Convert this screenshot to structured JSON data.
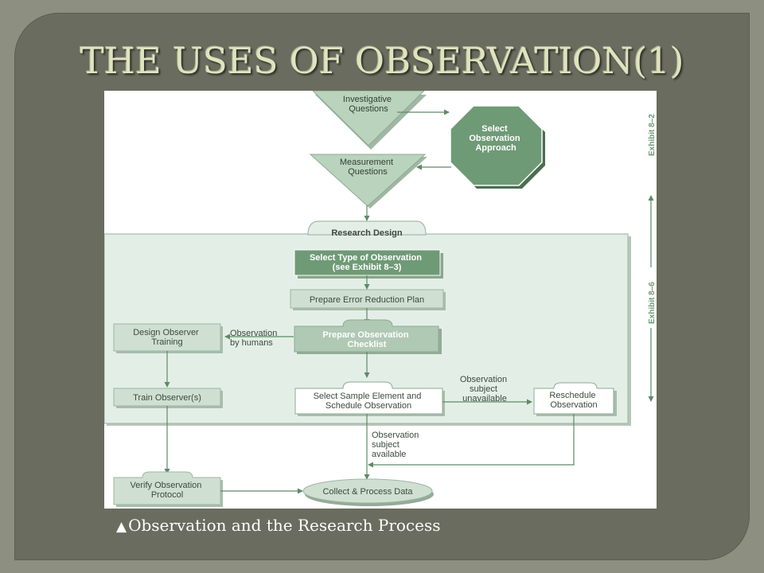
{
  "title": "THE USES OF OBSERVATION(1)",
  "caption": {
    "marker": "▲",
    "text": "Observation and the Research Process"
  },
  "diagram": {
    "exhibit_top": "Exhibit 8–2",
    "exhibit_side": "Exhibit 8–6",
    "nodes": {
      "investigative": [
        "Investigative",
        "Questions"
      ],
      "select_approach": [
        "Select",
        "Observation",
        "Approach"
      ],
      "measurement": [
        "Measurement",
        "Questions"
      ],
      "research_design": "Research Design",
      "select_type": [
        "Select Type of Observation",
        "(see Exhibit 8–3)"
      ],
      "error_plan": "Prepare Error Reduction Plan",
      "checklist": [
        "Prepare Observation",
        "Checklist"
      ],
      "design_training": [
        "Design Observer",
        "Training"
      ],
      "train": "Train Observer(s)",
      "sample": [
        "Select Sample Element and",
        "Schedule Observation"
      ],
      "reschedule": [
        "Reschedule",
        "Observation"
      ],
      "verify": [
        "Verify Observation",
        "Protocol"
      ],
      "collect": "Collect & Process Data"
    },
    "edge_labels": {
      "by_humans": [
        "Observation",
        "by humans"
      ],
      "unavailable": [
        "Observation",
        "subject",
        "unavailable"
      ],
      "available": [
        "Observation",
        "subject",
        "available"
      ]
    },
    "colors": {
      "panel_fill": "#e3efe6",
      "panel_stroke": "#a6bba9",
      "dark_fill": "#6f9a76",
      "light_fill": "#cfe0d2",
      "triangle_fill": "#b9d3bd",
      "arrow": "#5f8a66"
    }
  }
}
